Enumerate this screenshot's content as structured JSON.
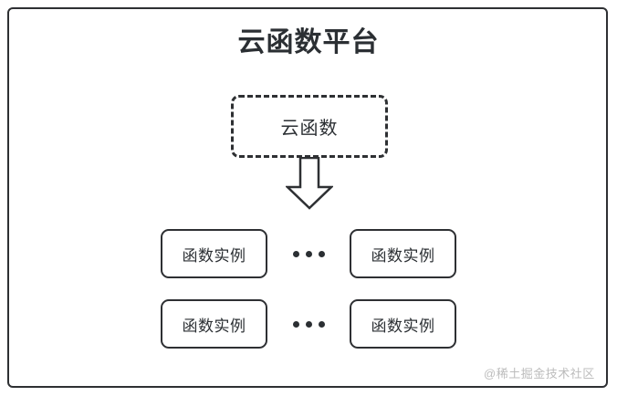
{
  "diagram": {
    "title": "云函数平台",
    "cloud_function": {
      "label": "云函数",
      "border_style": "dashed"
    },
    "arrow": {
      "name": "down-block-arrow",
      "direction": "down"
    },
    "rows": [
      {
        "left_instance": "函数实例",
        "ellipsis": "...",
        "right_instance": "函数实例"
      },
      {
        "left_instance": "函数实例",
        "ellipsis": "...",
        "right_instance": "函数实例"
      }
    ],
    "watermark": "@稀土掘金技术社区",
    "colors": {
      "stroke": "#2e3033",
      "text": "#2b2f33",
      "background": "#ffffff",
      "watermark": "#bcbcbc"
    }
  }
}
